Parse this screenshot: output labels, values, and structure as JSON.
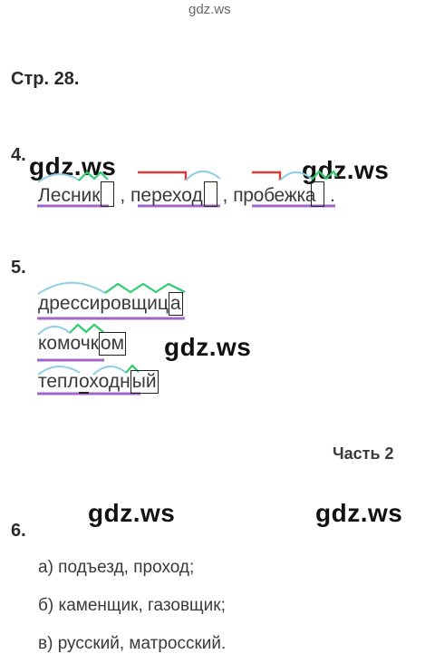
{
  "watermark": {
    "small": "gdz.ws",
    "large": "gdz.ws"
  },
  "page_title": "Стр. 28.",
  "task4": {
    "number": "4.",
    "words": [
      {
        "text": "Лесник",
        "sep": ","
      },
      {
        "text": "переход",
        "sep": ","
      },
      {
        "text": "пробежка",
        "sep": "."
      }
    ]
  },
  "task5": {
    "number": "5.",
    "words": [
      {
        "root": "дрессировщиц",
        "ending": "а"
      },
      {
        "root": "комочк",
        "ending": "ом"
      },
      {
        "root_a": "тепл",
        "link": "о",
        "root_b": "ходн",
        "ending": "ый"
      }
    ]
  },
  "part_label": "Часть 2",
  "task6": {
    "number": "6.",
    "items": [
      "а) подъезд, проход;",
      "б) каменщик, газовщик;",
      "в) русский, матросский."
    ]
  },
  "colors": {
    "root_arc": "#8ecfe6",
    "suffix": "#2ecc71",
    "prefix": "#e53935",
    "stem": "#a066c8"
  }
}
